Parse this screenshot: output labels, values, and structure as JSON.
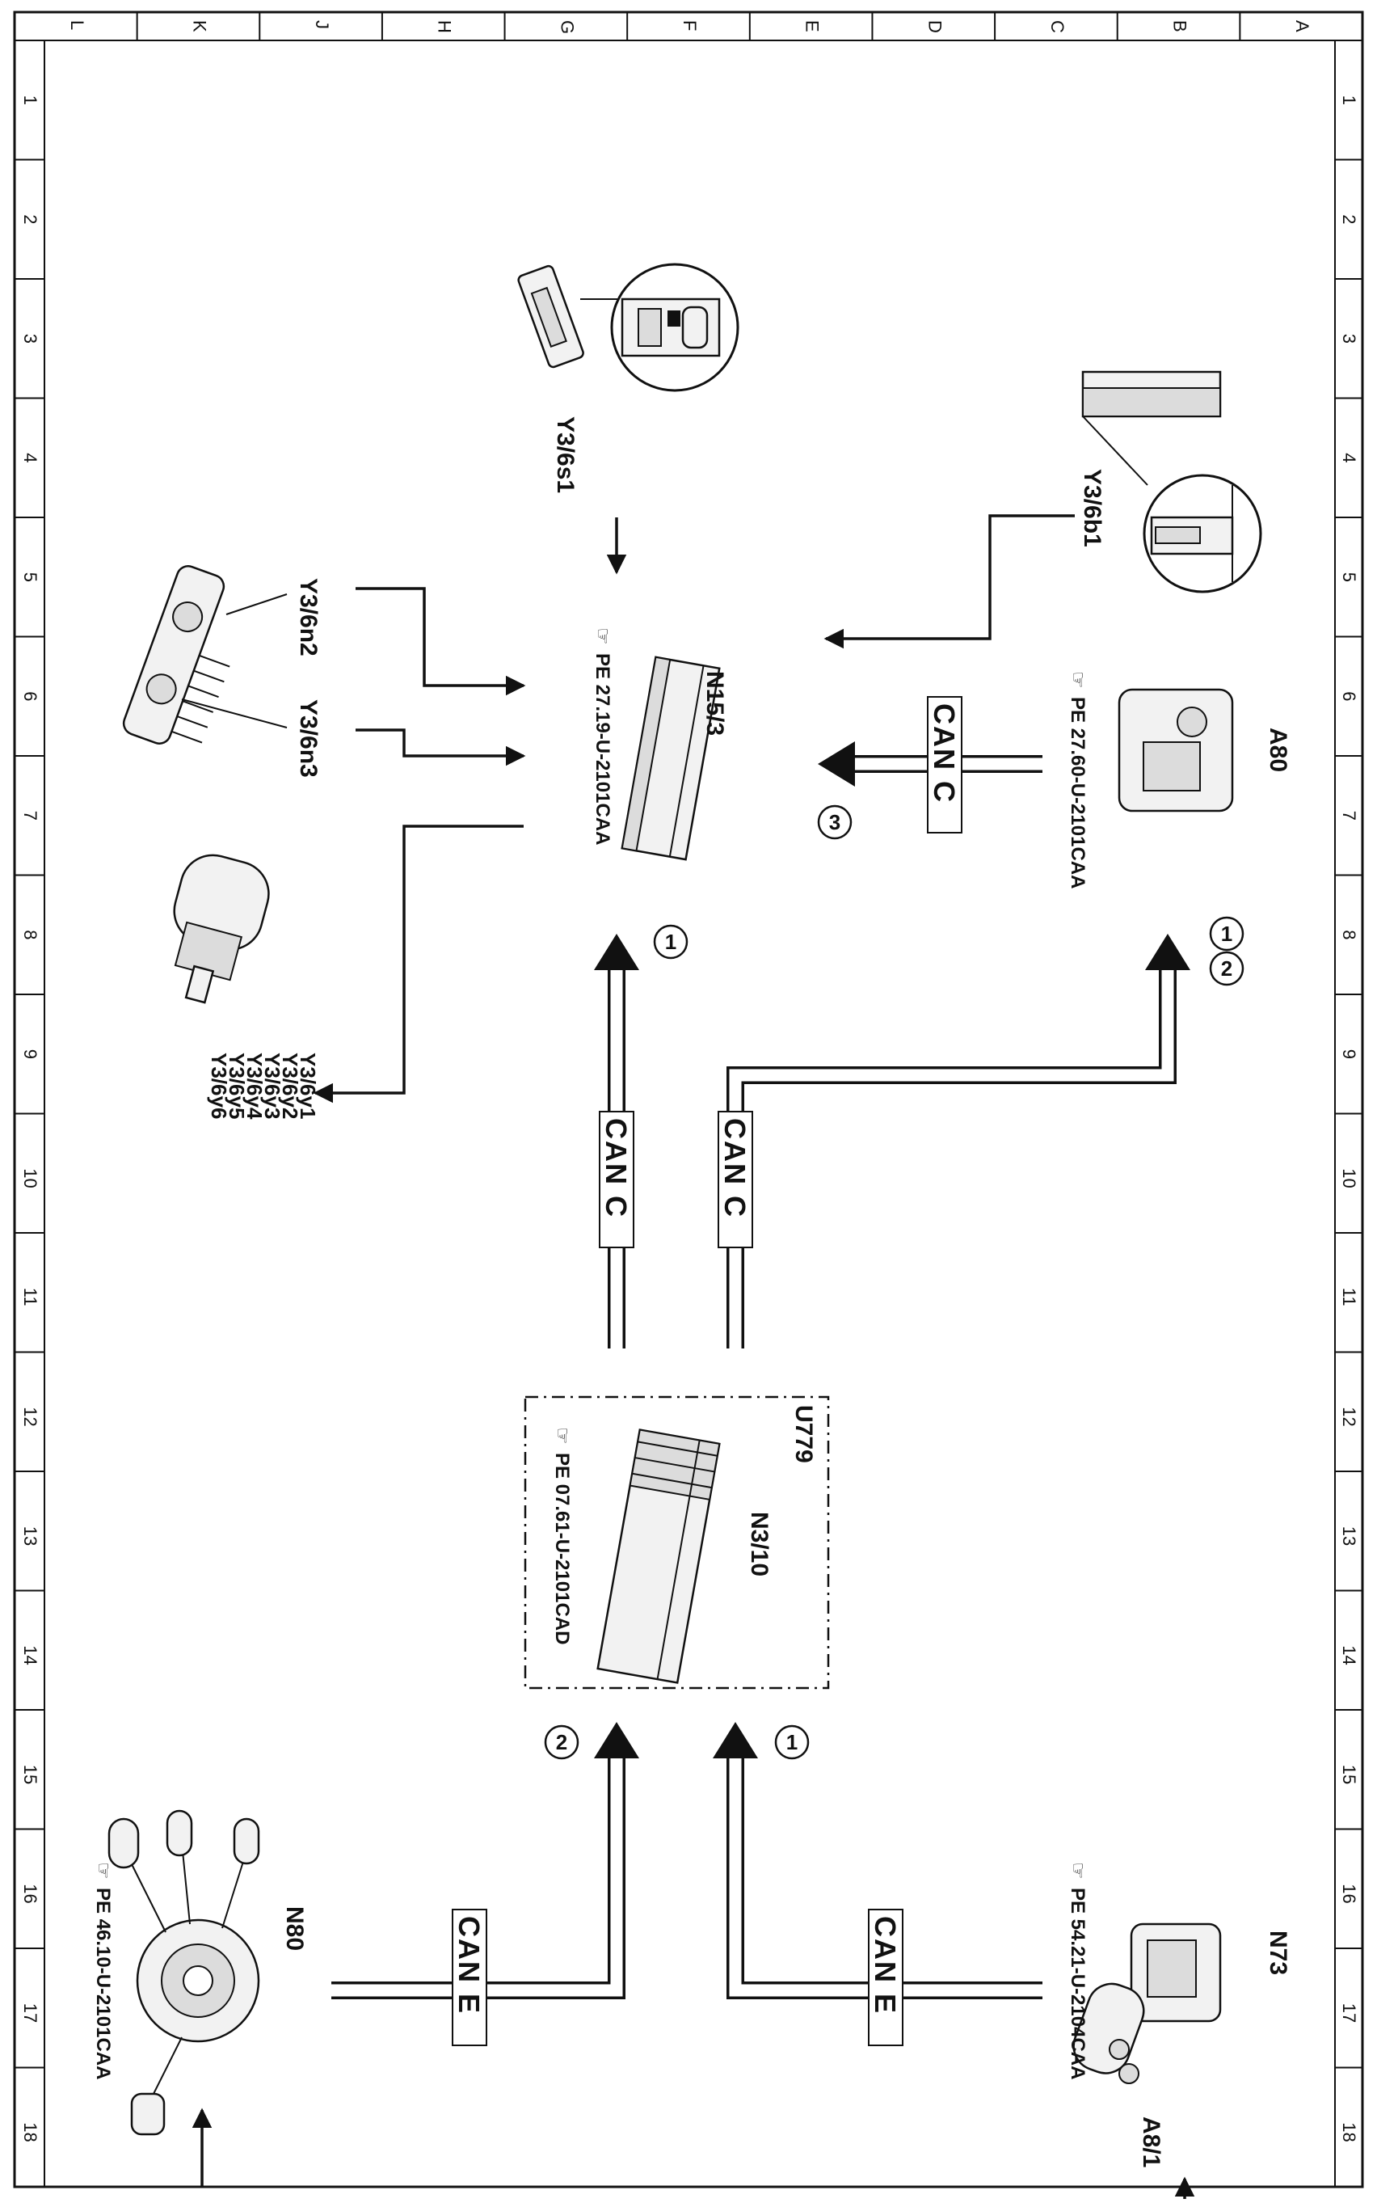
{
  "sheet": {
    "columns": [
      "L",
      "K",
      "J",
      "H",
      "G",
      "F",
      "E",
      "D",
      "C",
      "B",
      "A"
    ],
    "rows": [
      "1",
      "2",
      "3",
      "4",
      "5",
      "6",
      "7",
      "8",
      "9",
      "10",
      "11",
      "12",
      "13",
      "14",
      "15",
      "16",
      "17",
      "18"
    ]
  },
  "components": {
    "y3_6s1": {
      "label": "Y3/6s1"
    },
    "y3_6b1": {
      "label": "Y3/6b1"
    },
    "y3_6n2": {
      "label": "Y3/6n2"
    },
    "y3_6n3": {
      "label": "Y3/6n3"
    },
    "n15_3": {
      "label": "N15/3",
      "ref": "PE 27.19-U-2101CAA"
    },
    "a80": {
      "label": "A80",
      "ref": "PE 27.60-U-2101CAA"
    },
    "y3_6y": {
      "labels": [
        "Y3/6y1",
        "Y3/6y2",
        "Y3/6y3",
        "Y3/6y4",
        "Y3/6y5",
        "Y3/6y6"
      ]
    },
    "u779": {
      "label": "U779"
    },
    "n3_10": {
      "label": "N3/10",
      "ref": "PE 07.61-U-2101CAD"
    },
    "n80": {
      "label": "N80",
      "ref": "PE 46.10-U-2101CAA"
    },
    "n73": {
      "label": "N73",
      "ref": "PE 54.21-U-2104CAA"
    },
    "a8_1": {
      "label": "A8/1"
    }
  },
  "buses": {
    "can_c": "CAN C",
    "can_e": "CAN E"
  },
  "markers": {
    "m1": "1",
    "m2": "2",
    "m3": "3"
  }
}
